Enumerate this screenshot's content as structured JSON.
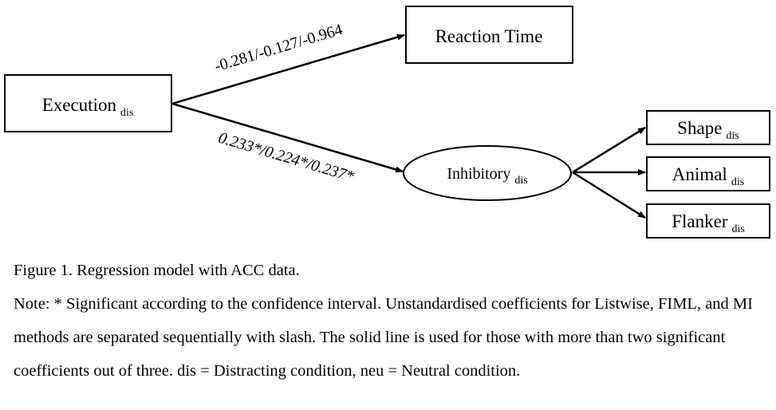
{
  "nodes": {
    "execution": {
      "label": "Execution",
      "sub": "dis"
    },
    "reaction_time": {
      "label": "Reaction Time"
    },
    "inhibitory": {
      "label": "Inhibitory",
      "sub": "dis"
    },
    "shape": {
      "label": "Shape",
      "sub": "dis"
    },
    "animal": {
      "label": "Animal",
      "sub": "dis"
    },
    "flanker": {
      "label": "Flanker",
      "sub": "dis"
    }
  },
  "edges": {
    "execution_to_reaction_time": "-0.281/-0.127/-0.964",
    "execution_to_inhibitory": "0.233*/0.224*/0.237*"
  },
  "caption": {
    "title": "Figure 1. Regression model with ACC data.",
    "note": "Note: * Significant according to the confidence interval. Unstandardised coefficients for Listwise, FIML, and MI methods are separated sequentially with slash. The solid line is used for those with more than two significant coefficients out of three. dis = Distracting condition, neu = Neutral condition."
  }
}
